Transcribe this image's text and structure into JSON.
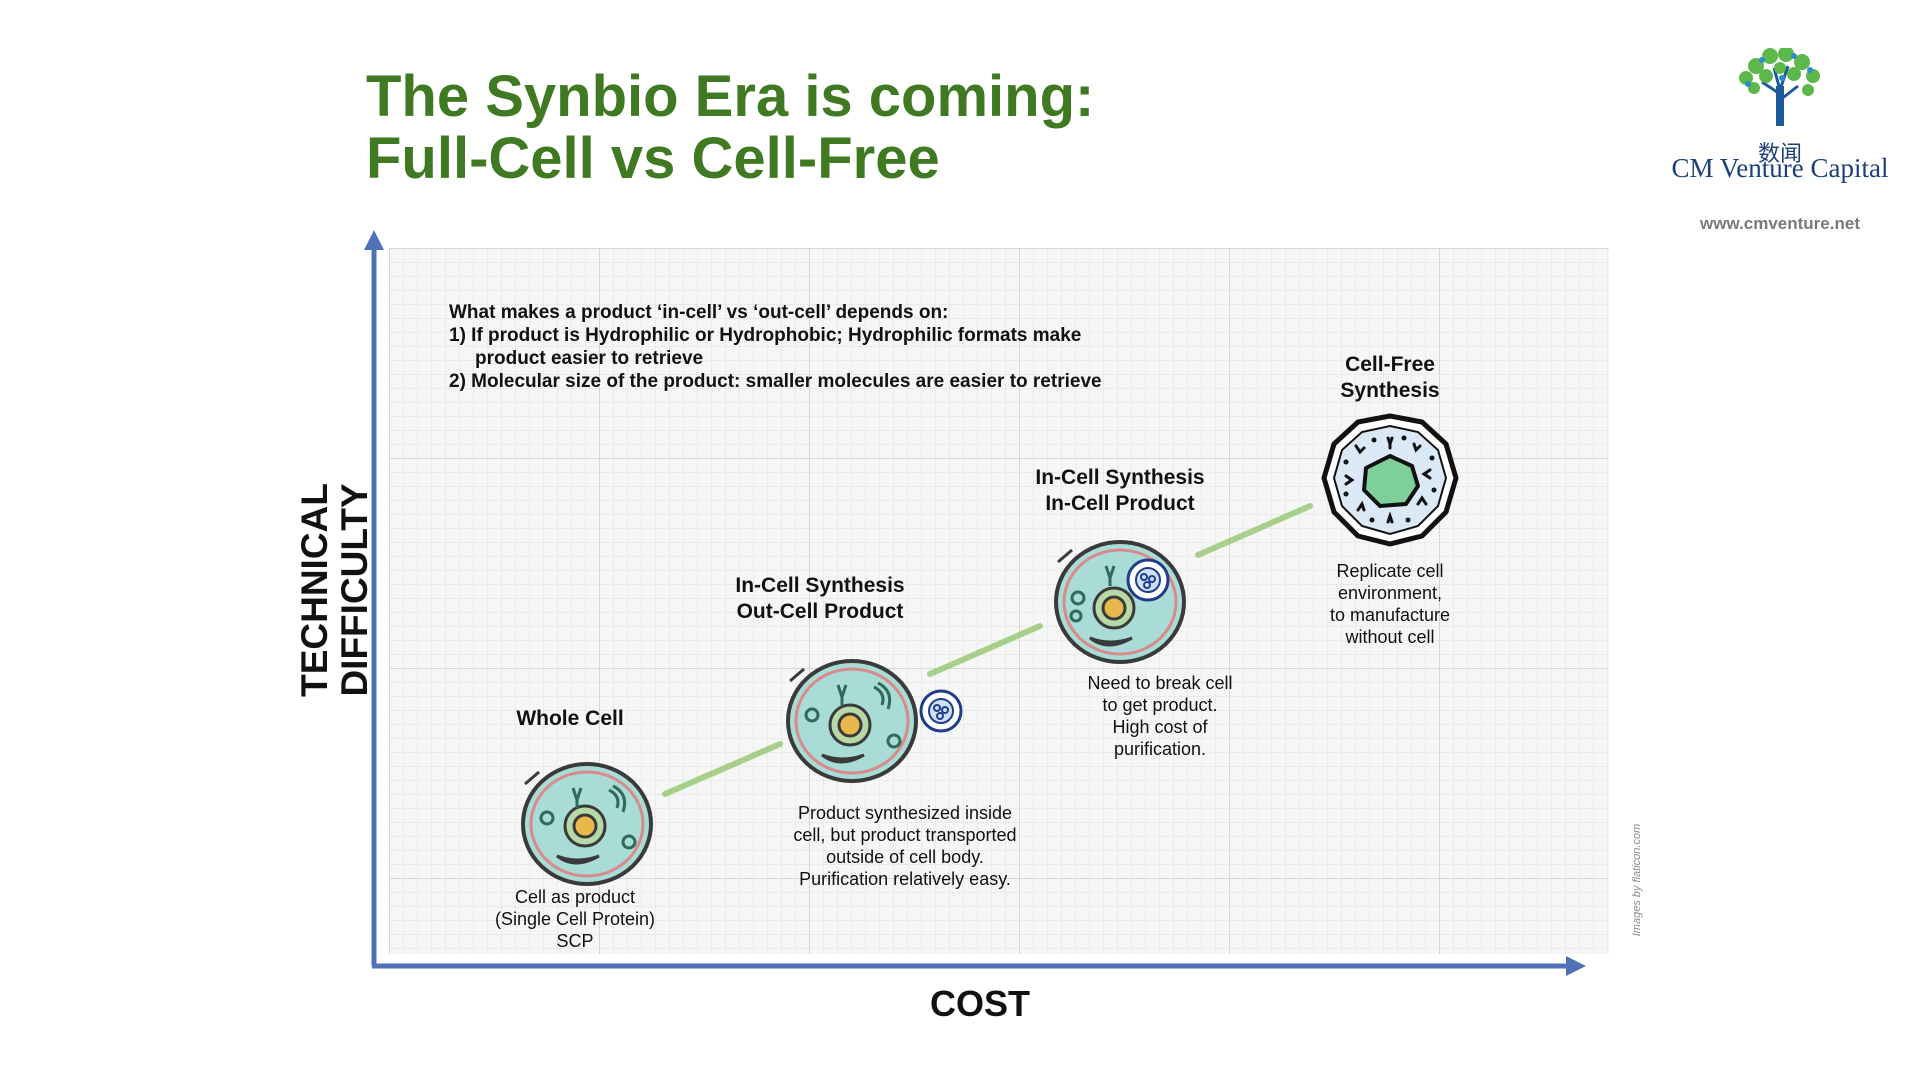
{
  "title": {
    "line1": "The Synbio Era is coming:",
    "line2": "Full-Cell vs Cell-Free"
  },
  "logo": {
    "chinese": "数闻",
    "name": "CM Venture Capital",
    "website": "www.cmventure.net"
  },
  "axes": {
    "y_label": "TECHNICAL\nDIFFICULTY",
    "x_label": "COST"
  },
  "note": {
    "intro": "What makes a product ‘in-cell’ vs ‘out-cell’ depends on:",
    "point1_a": "1) If product is Hydrophilic or Hydrophobic; Hydrophilic formats make",
    "point1_b": "product easier to retrieve",
    "point2": "2) Molecular size of the product: smaller molecules are easier to retrieve"
  },
  "stages": [
    {
      "title": "Whole Cell",
      "desc": [
        "Cell as product",
        "(Single Cell Protein)",
        "SCP"
      ]
    },
    {
      "title": [
        "In-Cell Synthesis",
        "Out-Cell Product"
      ],
      "desc": [
        "Product synthesized inside",
        "cell, but product transported",
        "outside of cell body.",
        "Purification relatively easy."
      ]
    },
    {
      "title": [
        "In-Cell Synthesis",
        "In-Cell Product"
      ],
      "desc": [
        "Need to break cell",
        "to get product.",
        "High cost of",
        "purification."
      ]
    },
    {
      "title": [
        "Cell-Free",
        "Synthesis"
      ],
      "desc": [
        "Replicate cell",
        "environment,",
        "to manufacture",
        "without cell"
      ]
    }
  ],
  "credit": "Images by flaticon.com",
  "icons": [
    "cell-icon",
    "product-molecule-icon",
    "cell-free-icon",
    "tree-logo-icon"
  ],
  "colors": {
    "title": "#3f7a22",
    "axis": "#5070b8",
    "connector": "#8fc46a",
    "cell_fill": "#a9dcd6",
    "nucleus": "#e8b94a"
  }
}
